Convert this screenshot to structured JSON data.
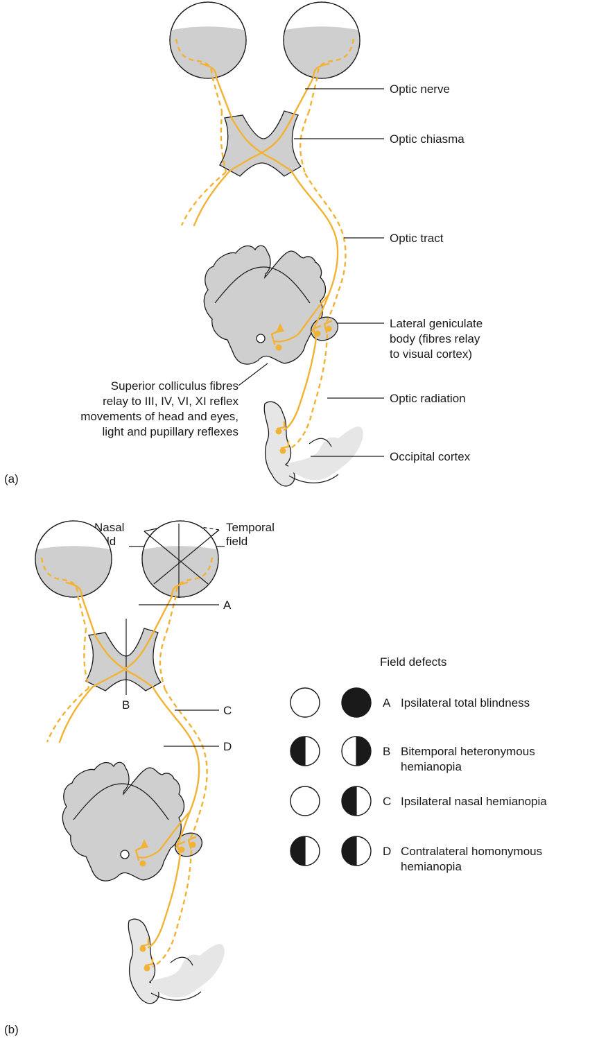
{
  "panel_a": {
    "letter": "(a)",
    "labels": {
      "optic_nerve": "Optic nerve",
      "optic_chiasma": "Optic chiasma",
      "optic_tract": "Optic tract",
      "lgb_line1": "Lateral geniculate",
      "lgb_line2": "body (fibres relay",
      "lgb_line3": "to visual cortex)",
      "optic_radiation": "Optic radiation",
      "occipital_cortex": "Occipital cortex",
      "sc_line1": "Superior colliculus fibres",
      "sc_line2": "relay to III, IV, VI, XI reflex",
      "sc_line3": "movements of head and eyes,",
      "sc_line4": "light and pupillary reflexes"
    }
  },
  "panel_b": {
    "letter": "(b)",
    "nasal_line1": "Nasal",
    "nasal_line2": "field",
    "temporal_line1": "Temporal",
    "temporal_line2": "field",
    "markers": {
      "a": "A",
      "b": "B",
      "c": "C",
      "d": "D"
    },
    "field_defects_title": "Field defects",
    "defects": [
      {
        "letter": "A",
        "line1": "Ipsilateral total blindness",
        "line2": "",
        "left_eye": "none",
        "right_eye": "full"
      },
      {
        "letter": "B",
        "line1": "Bitemporal heteronymous",
        "line2": "hemianopia",
        "left_eye": "left-half",
        "right_eye": "right-half"
      },
      {
        "letter": "C",
        "line1": "Ipsilateral nasal hemianopia",
        "line2": "",
        "left_eye": "none",
        "right_eye": "left-half"
      },
      {
        "letter": "D",
        "line1": "Contralateral homonymous",
        "line2": "hemianopia",
        "left_eye": "left-half",
        "right_eye": "left-half"
      }
    ]
  },
  "colors": {
    "fibre": "#f2b233",
    "grey_tissue": "#cfcfcf",
    "light_tissue": "#e6e6e6",
    "defect_fill": "#1a1a1a",
    "outline": "#1a1a1a"
  }
}
